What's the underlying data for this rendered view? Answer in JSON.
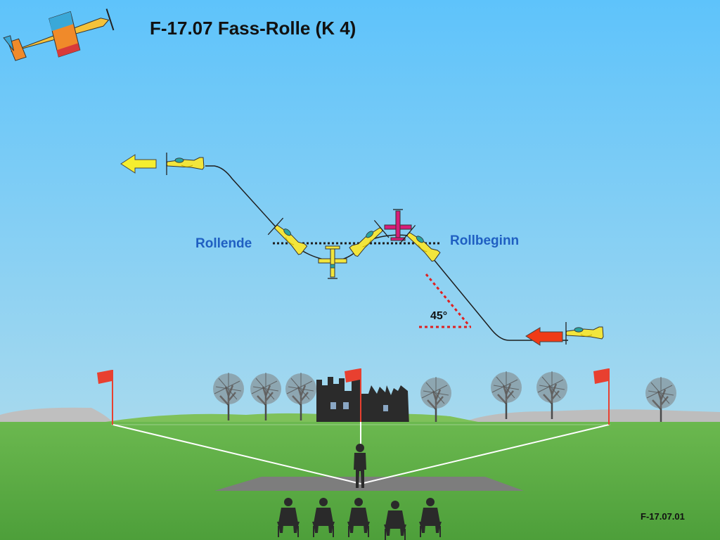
{
  "title": "F-17.07 Fass-Rolle (K 4)",
  "labels": {
    "roll_end": "Rollende",
    "roll_start": "Rollbeginn",
    "angle": "45°"
  },
  "footer": {
    "ref": "F-17.07.01"
  },
  "colors": {
    "sky_top": "#5ec3fb",
    "sky_bottom": "#a4d8ee",
    "ground": "#5cae46",
    "plane_yellow": "#f2e53c",
    "plane_magenta": "#d81e79",
    "arrow_yellow": "#f5ee2f",
    "arrow_red": "#f03b16",
    "label_blue": "#1f5fc2",
    "flag_red": "#e84030"
  },
  "icons": {
    "logo": "aerobatic-plane-icon",
    "direction_exit": "arrow-left-icon",
    "direction_entry": "arrow-left-icon"
  }
}
